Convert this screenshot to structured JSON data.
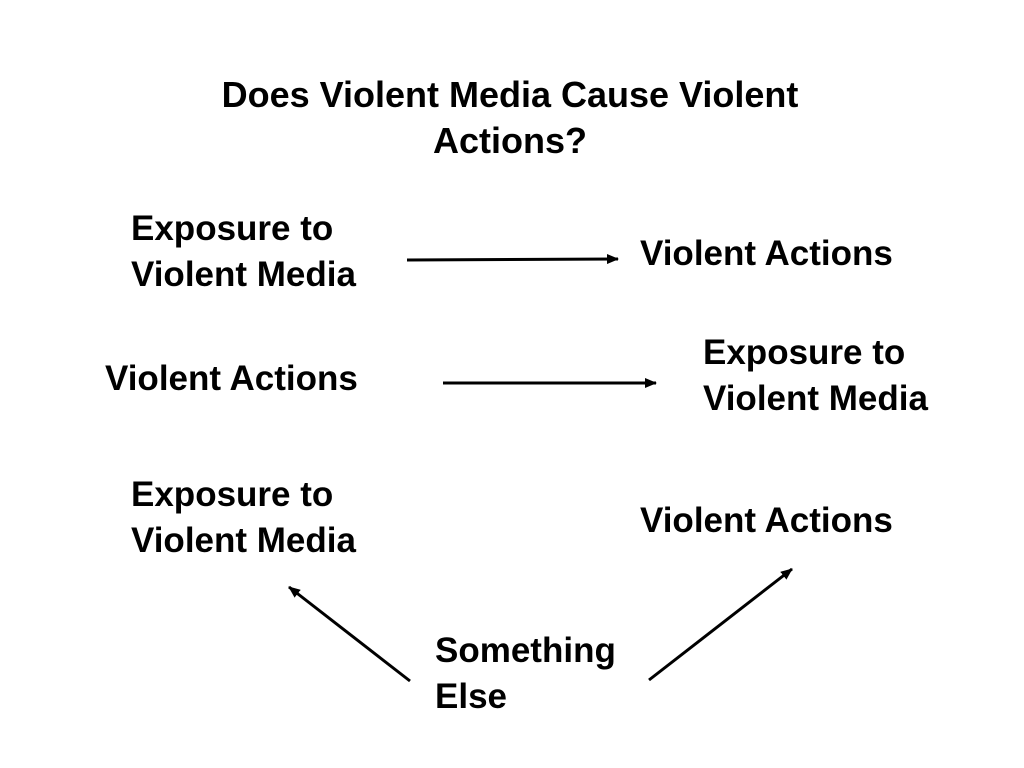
{
  "title": "Does Violent Media Cause Violent Actions?",
  "rows": [
    {
      "left": [
        "Exposure to",
        "Violent Media"
      ],
      "right": [
        "Violent Actions"
      ]
    },
    {
      "left": [
        "Violent Actions"
      ],
      "right": [
        "Exposure to",
        "Violent Media"
      ]
    },
    {
      "left": [
        "Exposure to",
        "Violent Media"
      ],
      "right": [
        "Violent Actions"
      ],
      "bottom": [
        "Something",
        "Else"
      ]
    }
  ],
  "colors": {
    "text": "#000000",
    "background": "#ffffff",
    "arrow": "#000000"
  }
}
